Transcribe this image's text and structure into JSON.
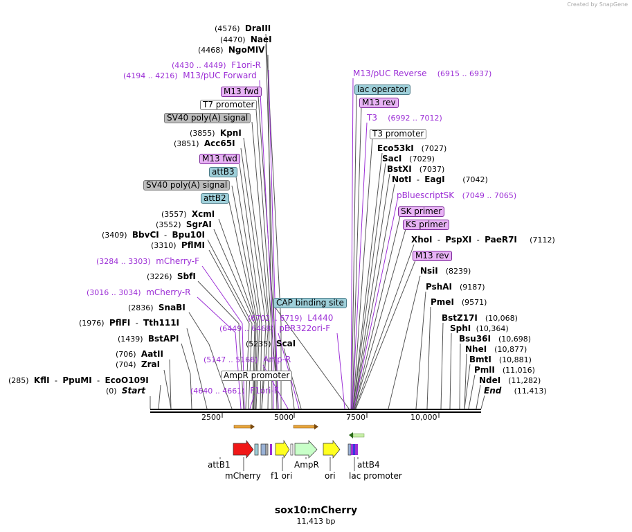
{
  "watermark": "Created by SnapGene",
  "title": "sox10:mCherry",
  "subtitle": "11,413 bp",
  "axis_ticks": [
    "2500",
    "5000",
    "7500",
    "10,000"
  ],
  "colors": {
    "feature_purple": "#9c2fd6",
    "primer_fill": "#e8b3f5",
    "primer_border": "#7d2a9b",
    "blue_fill": "#9ecfd9",
    "grey_fill": "#bdbdbd",
    "white_fill": "#ffffff",
    "mcherry": "#f01818",
    "ori": "#ffff20",
    "ampr": "#c8ffc8"
  },
  "enzymes": [
    {
      "pos": "(4576)",
      "name": "DraIII"
    },
    {
      "pos": "(4470)",
      "name": "NaeI"
    },
    {
      "pos": "(4468)",
      "name": "NgoMIV"
    },
    {
      "pos": "(3855)",
      "name": "KpnI"
    },
    {
      "pos": "(3851)",
      "name": "Acc65I"
    },
    {
      "pos": "(3557)",
      "name": "XcmI"
    },
    {
      "pos": "(3552)",
      "name": "SgrAI"
    },
    {
      "pos": "(3409)",
      "name": "BbvCI",
      "sep": "-",
      "name2": "Bpu10I"
    },
    {
      "pos": "(3310)",
      "name": "PflMI"
    },
    {
      "pos": "(3226)",
      "name": "SbfI"
    },
    {
      "pos": "(2836)",
      "name": "SnaBI"
    },
    {
      "pos": "(1976)",
      "name": "PflFI",
      "sep": "-",
      "name2": "Tth111I"
    },
    {
      "pos": "(1439)",
      "name": "BstAPI"
    },
    {
      "pos": "(706)",
      "name": "AatII"
    },
    {
      "pos": "(704)",
      "name": "ZraI"
    },
    {
      "pos": "(285)",
      "name": "KflI",
      "sep": "-",
      "name2": "PpuMI",
      "sep2": "-",
      "name3": "EcoO109I"
    },
    {
      "pos": "(0)",
      "name": "Start"
    },
    {
      "pos": "(5235)",
      "name": "ScaI"
    },
    {
      "pos": "(7027)",
      "name": "Eco53kI"
    },
    {
      "pos": "(7029)",
      "name": "SacI"
    },
    {
      "pos": "(7037)",
      "name": "BstXI"
    },
    {
      "pos": "(7042)",
      "name": "NotI",
      "sep": "-",
      "name2": "EagI"
    },
    {
      "pos": "(7112)",
      "name": "XhoI",
      "sep": "-",
      "name2": "PspXI",
      "sep2": "-",
      "name3": "PaeR7I"
    },
    {
      "pos": "(8239)",
      "name": "NsiI"
    },
    {
      "pos": "(9187)",
      "name": "PshAI"
    },
    {
      "pos": "(9571)",
      "name": "PmeI"
    },
    {
      "pos": "(10,068)",
      "name": "BstZ17I"
    },
    {
      "pos": "(10,364)",
      "name": "SphI"
    },
    {
      "pos": "(10,698)",
      "name": "Bsu36I"
    },
    {
      "pos": "(10,877)",
      "name": "NheI"
    },
    {
      "pos": "(10,881)",
      "name": "BmtI"
    },
    {
      "pos": "(11,016)",
      "name": "PmlI"
    },
    {
      "pos": "(11,282)",
      "name": "NdeI"
    },
    {
      "pos": "(11,413)",
      "name": "End"
    }
  ],
  "features": [
    {
      "range": "(4430 .. 4449)",
      "name": "F1ori-R"
    },
    {
      "range": "(4194 .. 4216)",
      "name": "M13/pUC Forward"
    },
    {
      "range": "(3284 .. 3303)",
      "name": "mCherry-F"
    },
    {
      "range": "(3016 .. 3034)",
      "name": "mCherry-R"
    },
    {
      "range": "(6702 .. 6719)",
      "name": "L4440"
    },
    {
      "range": "(6449 .. 6468)",
      "name": "pBR322ori-F"
    },
    {
      "range": "(5147 .. 5166)",
      "name": "Amp-R"
    },
    {
      "range": "(4640 .. 4661)",
      "name": "F1ori-F"
    },
    {
      "range": "(6915 .. 6937)",
      "name": "M13/pUC Reverse"
    },
    {
      "range": "(6992 .. 7012)",
      "name": "T3"
    },
    {
      "range": "(7049 .. 7065)",
      "name": "pBluescriptSK"
    }
  ],
  "boxes": {
    "m13fwd_a": "M13 fwd",
    "t7_a": "T7 promoter",
    "sv40_a": "SV40 poly(A) signal",
    "m13fwd_b": "M13 fwd",
    "attb3": "attB3",
    "sv40_b": "SV40 poly(A) signal",
    "attb2": "attB2",
    "cap": "CAP binding site",
    "ampr_prom": "AmpR promoter",
    "lacop": "lac operator",
    "m13rev_a": "M13 rev",
    "t3prom": "T3 promoter",
    "skprimer": "SK primer",
    "ksprimer": "KS primer",
    "m13rev_b": "M13 rev"
  },
  "bottom_labels": {
    "attb1": "attB1",
    "mcherry": "mCherry",
    "f1ori": "f1 ori",
    "ampr": "AmpR",
    "ori": "ori",
    "attb4": "attB4",
    "lacprom": "lac promoter"
  }
}
